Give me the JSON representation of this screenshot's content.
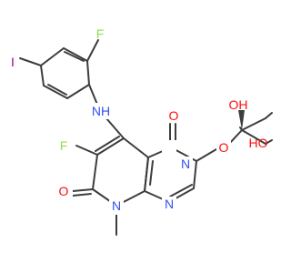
{
  "colors": {
    "bond": "#3d3d3d",
    "nitrogen": "#3050f8",
    "oxygen": "#ff0d0d",
    "fluorine": "#90e050",
    "iodine": "#940094",
    "background": "#ffffff"
  },
  "molecule": {
    "atom_labels": {
      "iodine": "I",
      "fluorine_aryl": "F",
      "amine_nh": "NH",
      "fluorine_ring": "F",
      "carbonyl_o_top": "O",
      "n3": "N",
      "ether_o": "O",
      "oh_secondary": "OH",
      "oh_primary": "HO",
      "carbonyl_o_left": "O",
      "n8": "N",
      "n1": "N"
    }
  }
}
